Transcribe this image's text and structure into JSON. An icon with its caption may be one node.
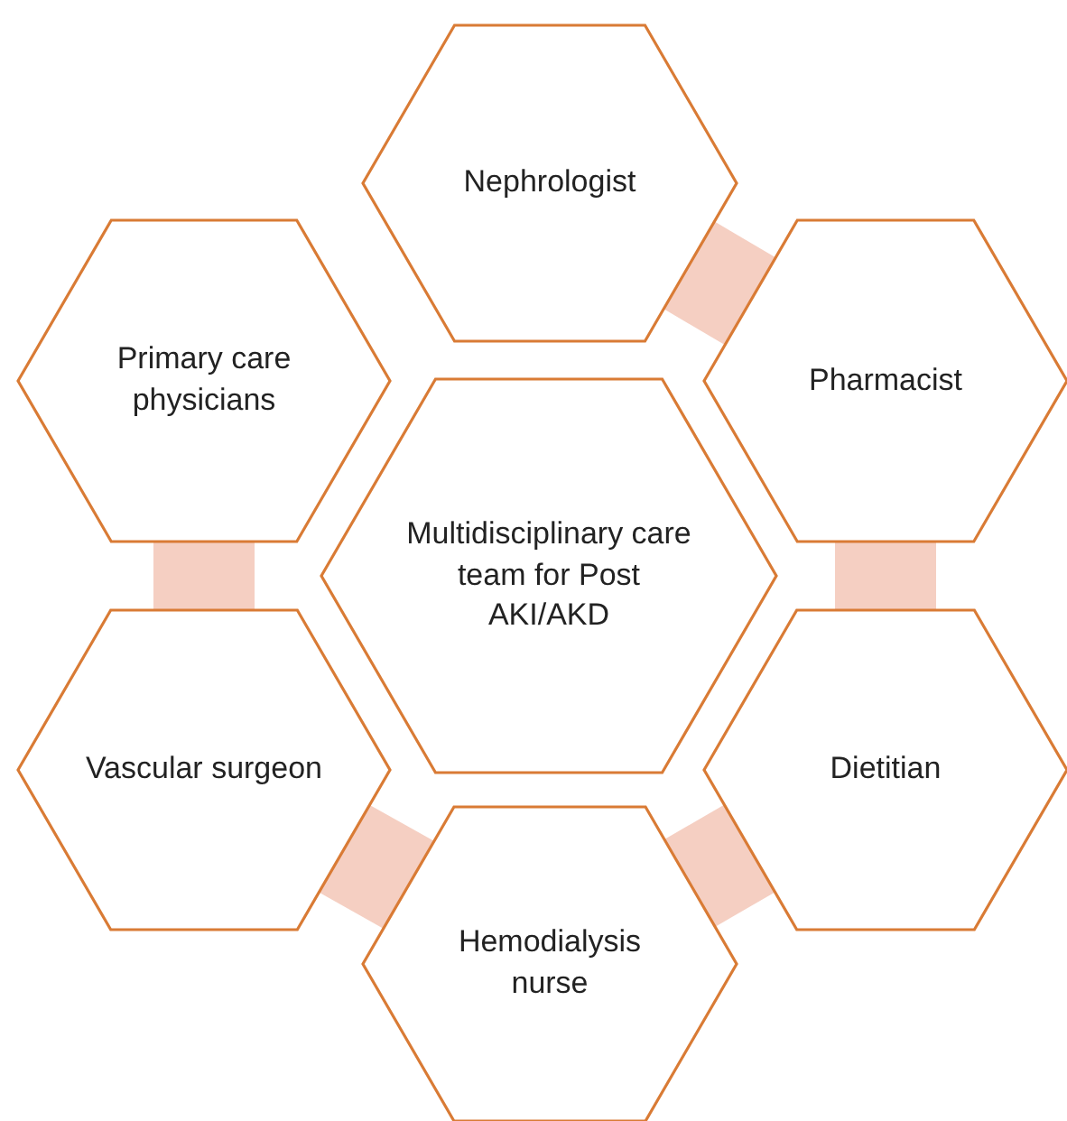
{
  "diagram": {
    "nodes": [
      {
        "text": [
          "Nephrologist"
        ]
      },
      {
        "text": [
          "Primary care physicians"
        ]
      },
      {
        "text": [
          "Pharmacist"
        ]
      },
      {
        "text": [
          "Multidisciplinary care team for Post AKI/AKD"
        ]
      },
      {
        "text": [
          "Vascular surgeon"
        ]
      },
      {
        "text": [
          "Dietitian"
        ]
      },
      {
        "text": [
          "Hemodialysis nurse"
        ]
      }
    ],
    "edges": [
      {
        "from": 0,
        "to": 2,
        "arrow": "none"
      },
      {
        "from": 2,
        "to": 5,
        "arrow": "none"
      },
      {
        "from": 5,
        "to": 6,
        "arrow": "none"
      },
      {
        "from": 6,
        "to": 4,
        "arrow": "none"
      },
      {
        "from": 4,
        "to": 1,
        "arrow": "none"
      }
    ]
  }
}
